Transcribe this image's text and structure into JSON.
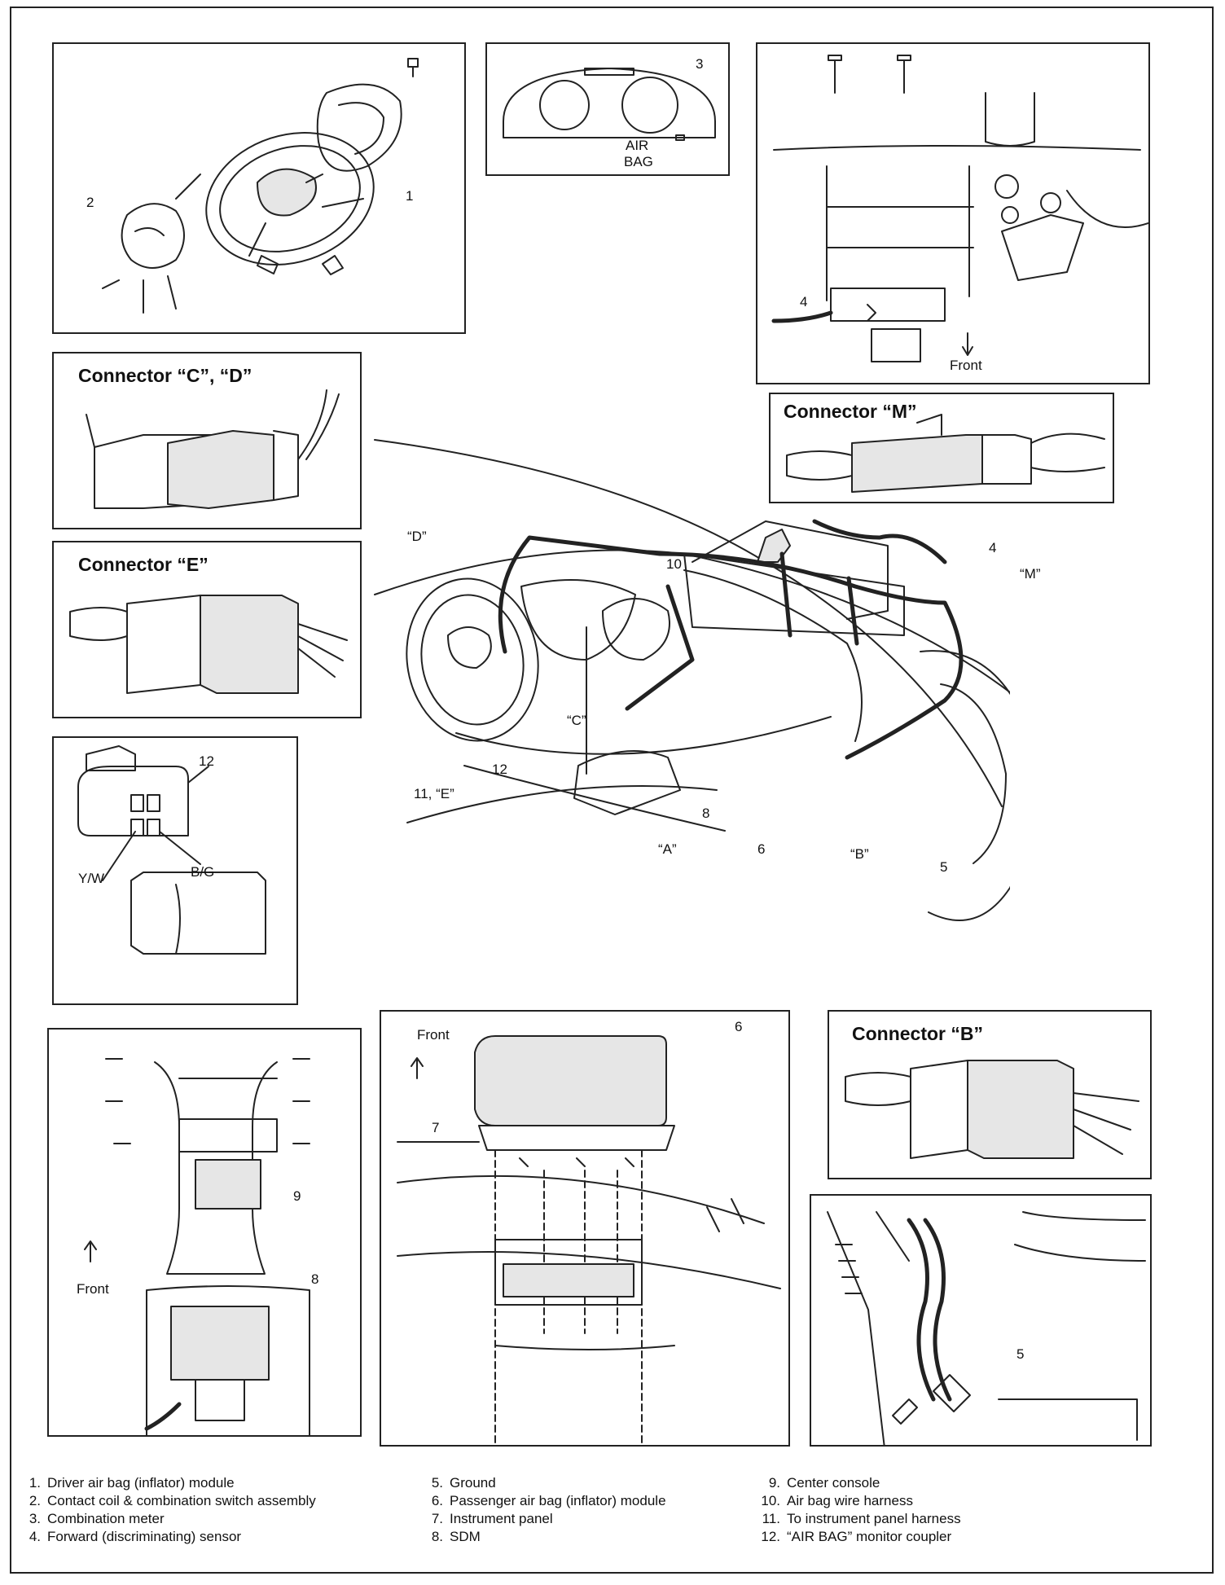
{
  "connectors": {
    "cd_title": "Connector “C”, “D”",
    "e_title": "Connector “E”",
    "m_title": "Connector “M”",
    "b_title": "Connector “B”"
  },
  "labels": {
    "air": "AIR",
    "bag": "BAG",
    "front": "Front",
    "yw": "Y/W",
    "bg": "B/G",
    "d": "“D”",
    "c": "“C”",
    "a": "“A”",
    "b": "“B”",
    "m": "“M”",
    "e11": "11, “E”",
    "n1": "1",
    "n2": "2",
    "n3": "3",
    "n4": "4",
    "n5": "5",
    "n6": "6",
    "n7": "7",
    "n8": "8",
    "n9": "9",
    "n10": "10",
    "n12": "12"
  },
  "legend": {
    "col1": [
      {
        "num": "1.",
        "text": "Driver air bag (inflator) module"
      },
      {
        "num": "2.",
        "text": "Contact coil & combination switch assembly"
      },
      {
        "num": "3.",
        "text": "Combination meter"
      },
      {
        "num": "4.",
        "text": "Forward (discriminating) sensor"
      }
    ],
    "col2": [
      {
        "num": "5.",
        "text": "Ground"
      },
      {
        "num": "6.",
        "text": "Passenger air bag (inflator) module"
      },
      {
        "num": "7.",
        "text": "Instrument panel"
      },
      {
        "num": "8.",
        "text": "SDM"
      }
    ],
    "col3": [
      {
        "num": "9.",
        "text": "Center console"
      },
      {
        "num": "10.",
        "text": "Air bag wire harness"
      },
      {
        "num": "11.",
        "text": "To instrument panel harness"
      },
      {
        "num": "12.",
        "text": "“AIR BAG” monitor coupler"
      }
    ]
  }
}
